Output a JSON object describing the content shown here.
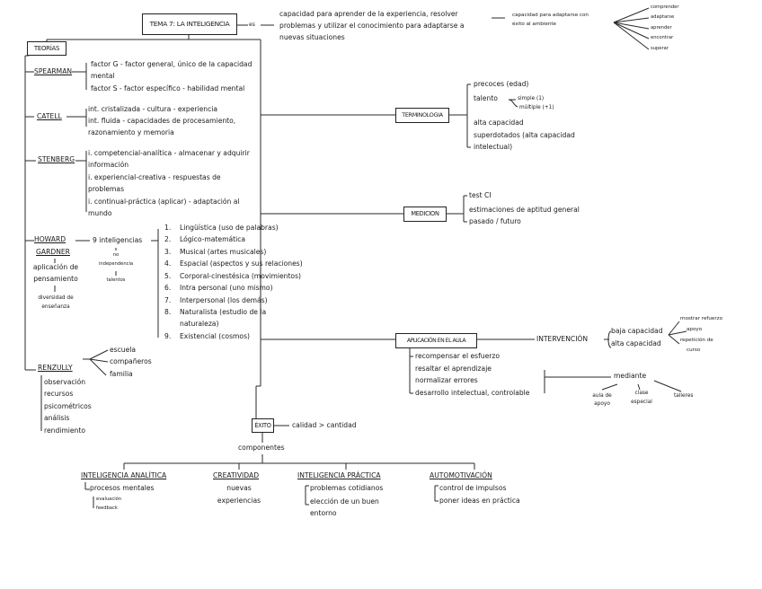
{
  "title": "TEMA 7: LA INTELIGENCIA",
  "definition": {
    "es": "es",
    "text": [
      "capacidad para aprender de la experiencia, resolver",
      "problemas y utilizar el conocimiento para adaptarse a",
      "nuevas situaciones"
    ],
    "exito": [
      "capacidad para adaptarse con",
      "éxito al ambiente"
    ],
    "verbs": [
      "comprender",
      "adaptarse",
      "aprender",
      "encontrar",
      "superar"
    ]
  },
  "teorias": {
    "label": "TEORÍAS",
    "spearman": {
      "name": "SPEARMAN",
      "lines": [
        "factor G - factor general, único de la capacidad",
        "mental",
        "factor S - factor específico - habilidad mental"
      ]
    },
    "catell": {
      "name": "CATELL",
      "lines": [
        "int. cristalizada - cultura - experiencia",
        "int. fluida - capacidades de procesamiento,",
        "razonamiento y memoria"
      ]
    },
    "stenberg": {
      "name": "STENBERG",
      "lines": [
        "i. competencial-analítica - almacenar y adquirir",
        "información",
        "i. experiencial-creativa - respuestas de",
        "problemas",
        "i. continual-práctica (aplicar) - adaptación al",
        "mundo"
      ]
    },
    "gardner": {
      "name1": "HOWARD",
      "name2": "GARDNER",
      "aplicacion": [
        "aplicación de",
        "pensamiento"
      ],
      "diversidad": [
        "diversidad de",
        "enseñanza"
      ],
      "nueve": "9 inteligencias",
      "no": "no",
      "independencia": "independencia",
      "talentos": "talentos",
      "items": [
        {
          "n": "1.",
          "l": [
            "Lingüística (uso de palabras)"
          ]
        },
        {
          "n": "2.",
          "l": [
            "Lógico-matemática"
          ]
        },
        {
          "n": "3.",
          "l": [
            "Musical (artes musicales)"
          ]
        },
        {
          "n": "4.",
          "l": [
            "Espacial (aspectos y sus relaciones)"
          ]
        },
        {
          "n": "5.",
          "l": [
            "Corporal-cinestésica (movimientos)"
          ]
        },
        {
          "n": "6.",
          "l": [
            "Intra personal (uno mismo)"
          ]
        },
        {
          "n": "7.",
          "l": [
            "Interpersonal (los demás)"
          ]
        },
        {
          "n": "8.",
          "l": [
            "Naturalista (estudio de la",
            "naturaleza)"
          ]
        },
        {
          "n": "9.",
          "l": [
            "Existencial (cosmos)"
          ]
        }
      ]
    },
    "renzulli": {
      "name": "RENZULLY",
      "ctx": [
        "escuela",
        "compañeros",
        "familia"
      ],
      "items": [
        "observación",
        "recursos",
        "psicométricos",
        "análisis",
        "rendimiento"
      ]
    }
  },
  "terminologia": {
    "label": "TERMINOLOGIA",
    "items": [
      "precoces (edad)",
      "talento",
      "alta capacidad",
      "superdotados (alta capacidad",
      "intelectual)"
    ],
    "simple": "simple (1)",
    "multiple": "múltiple (+1)"
  },
  "medicion": {
    "label": "MEDICION",
    "items": [
      "test CI",
      "estimaciones de aptitud general",
      "pasado / futuro"
    ]
  },
  "aplicacion": {
    "label": "APLICACIÓN EN EL AULA",
    "intervencion": "INTERVENCIÓN",
    "capacidad": [
      "baja capacidad",
      "alta capacidad"
    ],
    "baja": [
      "mostrar refuerzo",
      "apoyo",
      "repetición de",
      "curso"
    ],
    "items": [
      "recompensar el esfuerzo",
      "resaltar el aprendizaje",
      "normalizar errores",
      "desarrollo intelectual, controlable"
    ],
    "mediante": "mediante",
    "mediante_items": [
      [
        "aula de",
        "apoyo"
      ],
      [
        "clase",
        "especial"
      ],
      [
        "talleres"
      ]
    ]
  },
  "exito": {
    "label": "ÉXITO",
    "calidad": "calidad > cantidad",
    "componentes": "componentes",
    "analitica": {
      "title": "INTELIGENCIA ANALÍTICA",
      "lines": [
        "procesos mentales"
      ],
      "sub": [
        "evaluación",
        "feedback"
      ]
    },
    "creatividad": {
      "title": "CREATIVIDAD",
      "lines": [
        "nuevas",
        "experiencias"
      ]
    },
    "practica": {
      "title": "INTELIGENCIA PRÁCTICA",
      "lines": [
        "problemas cotidianos",
        "elección de un buen",
        "entorno"
      ]
    },
    "automotivacion": {
      "title": "AUTOMOTIVACIÓN",
      "lines": [
        "control de impulsos",
        "poner ideas en práctica"
      ]
    }
  }
}
